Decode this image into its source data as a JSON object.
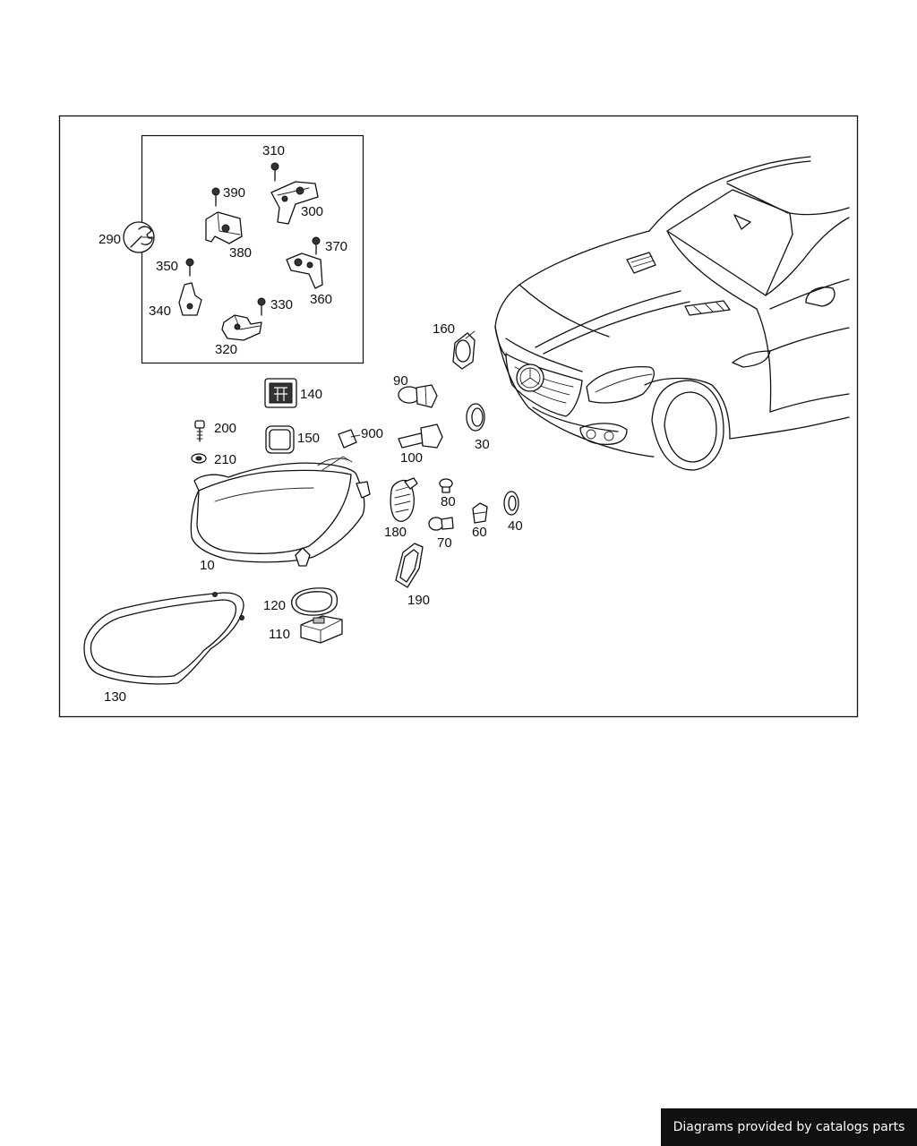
{
  "diagram": {
    "labels": {
      "p10": "10",
      "p30": "30",
      "p40": "40",
      "p60": "60",
      "p70": "70",
      "p80": "80",
      "p90": "90",
      "p100": "100",
      "p110": "110",
      "p120": "120",
      "p130": "130",
      "p140": "140",
      "p150": "150",
      "p160": "160",
      "p180": "180",
      "p190": "190",
      "p200": "200",
      "p210": "210",
      "p290": "290",
      "p300": "300",
      "p310": "310",
      "p320": "320",
      "p330": "330",
      "p340": "340",
      "p350": "350",
      "p360": "360",
      "p370": "370",
      "p380": "380",
      "p390": "390",
      "p900": "900"
    }
  },
  "footer": {
    "credit": "Diagrams provided by catalogs parts"
  },
  "colors": {
    "line": "#111111",
    "background": "#ffffff",
    "credit_bg": "#111111",
    "credit_text": "#ffffff"
  }
}
